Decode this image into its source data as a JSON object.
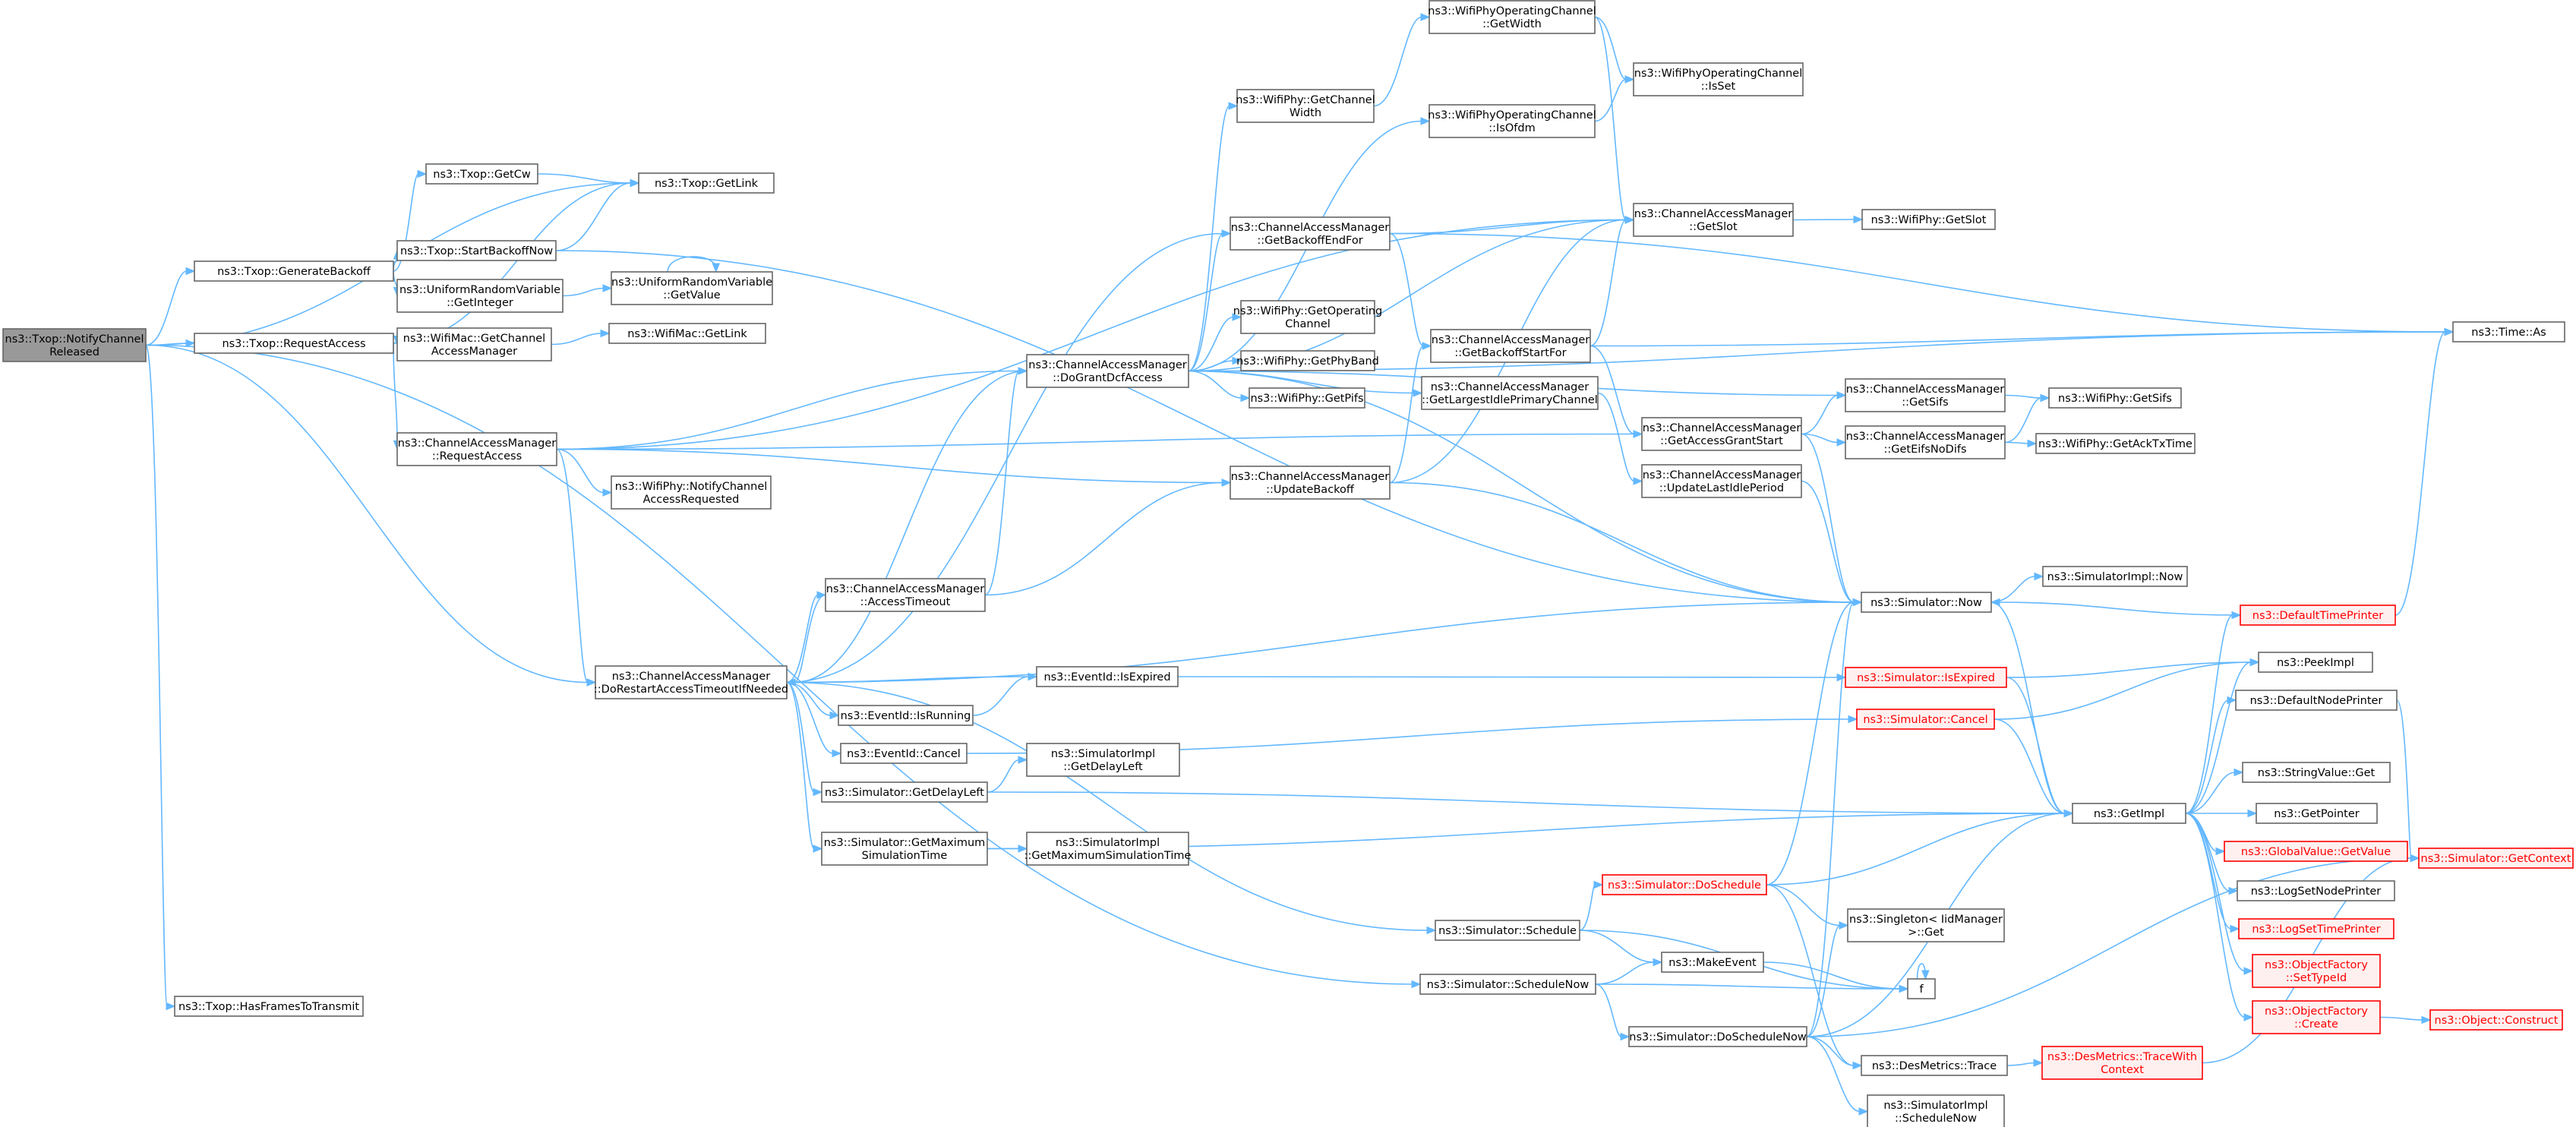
{
  "title": "",
  "colors": {
    "edge": "#63b8ff",
    "node_border": "#666666",
    "root_fill": "#999999",
    "warning": "#ff0000"
  },
  "nodes": [
    {
      "id": "root",
      "lines": [
        "ns3::Txop::NotifyChannel",
        "Released"
      ],
      "style": "root"
    },
    {
      "id": "genBackoff",
      "lines": [
        "ns3::Txop::GenerateBackoff"
      ]
    },
    {
      "id": "getCw",
      "lines": [
        "ns3::Txop::GetCw"
      ]
    },
    {
      "id": "getLink",
      "lines": [
        "ns3::Txop::GetLink"
      ]
    },
    {
      "id": "startBackoff",
      "lines": [
        "ns3::Txop::StartBackoffNow"
      ]
    },
    {
      "id": "urvGetInteger",
      "lines": [
        "ns3::UniformRandomVariable",
        "::GetInteger"
      ]
    },
    {
      "id": "urvGetValue",
      "lines": [
        "ns3::UniformRandomVariable",
        "::GetValue"
      ]
    },
    {
      "id": "requestAccess",
      "lines": [
        "ns3::Txop::RequestAccess"
      ]
    },
    {
      "id": "macGetCAM",
      "lines": [
        "ns3::WifiMac::GetChannel",
        "AccessManager"
      ]
    },
    {
      "id": "macGetLink",
      "lines": [
        "ns3::WifiMac::GetLink"
      ]
    },
    {
      "id": "camRequestAccess",
      "lines": [
        "ns3::ChannelAccessManager",
        "::RequestAccess"
      ]
    },
    {
      "id": "phyNotifyReq",
      "lines": [
        "ns3::WifiPhy::NotifyChannel",
        "AccessRequested"
      ]
    },
    {
      "id": "camDoRestart",
      "lines": [
        "ns3::ChannelAccessManager",
        "::DoRestartAccessTimeoutIfNeeded"
      ]
    },
    {
      "id": "hasFrames",
      "lines": [
        "ns3::Txop::HasFramesToTransmit"
      ]
    },
    {
      "id": "camAccessTimeout",
      "lines": [
        "ns3::ChannelAccessManager",
        "::AccessTimeout"
      ]
    },
    {
      "id": "camDoGrant",
      "lines": [
        "ns3::ChannelAccessManager",
        "::DoGrantDcfAccess"
      ]
    },
    {
      "id": "eventIsRunning",
      "lines": [
        "ns3::EventId::IsRunning"
      ]
    },
    {
      "id": "eventIsExpired",
      "lines": [
        "ns3::EventId::IsExpired"
      ]
    },
    {
      "id": "eventCancel",
      "lines": [
        "ns3::EventId::Cancel"
      ]
    },
    {
      "id": "simGetDelayLeft",
      "lines": [
        "ns3::Simulator::GetDelayLeft"
      ]
    },
    {
      "id": "simImplGetDelayLeft",
      "lines": [
        "ns3::SimulatorImpl",
        "::GetDelayLeft"
      ]
    },
    {
      "id": "simGetMaxSimTime",
      "lines": [
        "ns3::Simulator::GetMaximum",
        "SimulationTime"
      ]
    },
    {
      "id": "simImplGetMaxSimTime",
      "lines": [
        "ns3::SimulatorImpl",
        "::GetMaximumSimulationTime"
      ]
    },
    {
      "id": "phyGetChannelWidth",
      "lines": [
        "ns3::WifiPhy::GetChannel",
        "Width"
      ]
    },
    {
      "id": "opGetWidth",
      "lines": [
        "ns3::WifiPhyOperatingChannel",
        "::GetWidth"
      ]
    },
    {
      "id": "opIsOfdm",
      "lines": [
        "ns3::WifiPhyOperatingChannel",
        "::IsOfdm"
      ]
    },
    {
      "id": "opIsSet",
      "lines": [
        "ns3::WifiPhyOperatingChannel",
        "::IsSet"
      ]
    },
    {
      "id": "camGetBackoffEndFor",
      "lines": [
        "ns3::ChannelAccessManager",
        "::GetBackoffEndFor"
      ]
    },
    {
      "id": "phyGetOperatingChannel",
      "lines": [
        "ns3::WifiPhy::GetOperating",
        "Channel"
      ]
    },
    {
      "id": "phyGetPhyBand",
      "lines": [
        "ns3::WifiPhy::GetPhyBand"
      ]
    },
    {
      "id": "phyGetPifs",
      "lines": [
        "ns3::WifiPhy::GetPifs"
      ]
    },
    {
      "id": "camUpdateBackoff",
      "lines": [
        "ns3::ChannelAccessManager",
        "::UpdateBackoff"
      ]
    },
    {
      "id": "camGetLargestIdle",
      "lines": [
        "ns3::ChannelAccessManager",
        "::GetLargestIdlePrimaryChannel"
      ]
    },
    {
      "id": "camGetBackoffStartFor",
      "lines": [
        "ns3::ChannelAccessManager",
        "::GetBackoffStartFor"
      ]
    },
    {
      "id": "camGetSlot",
      "lines": [
        "ns3::ChannelAccessManager",
        "::GetSlot"
      ]
    },
    {
      "id": "phyGetSlot",
      "lines": [
        "ns3::WifiPhy::GetSlot"
      ]
    },
    {
      "id": "camGetAccessGrantStart",
      "lines": [
        "ns3::ChannelAccessManager",
        "::GetAccessGrantStart"
      ]
    },
    {
      "id": "camUpdateLastIdle",
      "lines": [
        "ns3::ChannelAccessManager",
        "::UpdateLastIdlePeriod"
      ]
    },
    {
      "id": "camGetSifs",
      "lines": [
        "ns3::ChannelAccessManager",
        "::GetSifs"
      ]
    },
    {
      "id": "camGetEifsNoDifs",
      "lines": [
        "ns3::ChannelAccessManager",
        "::GetEifsNoDifs"
      ]
    },
    {
      "id": "phyGetSifs",
      "lines": [
        "ns3::WifiPhy::GetSifs"
      ]
    },
    {
      "id": "phyGetAckTxTime",
      "lines": [
        "ns3::WifiPhy::GetAckTxTime"
      ]
    },
    {
      "id": "timeAs",
      "lines": [
        "ns3::Time::As"
      ]
    },
    {
      "id": "simNow",
      "lines": [
        "ns3::Simulator::Now"
      ]
    },
    {
      "id": "simImplNow",
      "lines": [
        "ns3::SimulatorImpl::Now"
      ]
    },
    {
      "id": "defaultTimePrinter",
      "lines": [
        "ns3::DefaultTimePrinter"
      ],
      "style": "red"
    },
    {
      "id": "simIsExpired",
      "lines": [
        "ns3::Simulator::IsExpired"
      ],
      "style": "red"
    },
    {
      "id": "peekImpl",
      "lines": [
        "ns3::PeekImpl"
      ]
    },
    {
      "id": "simCancel",
      "lines": [
        "ns3::Simulator::Cancel"
      ],
      "style": "red"
    },
    {
      "id": "defaultNodePrinter",
      "lines": [
        "ns3::DefaultNodePrinter"
      ]
    },
    {
      "id": "getImpl",
      "lines": [
        "ns3::GetImpl"
      ]
    },
    {
      "id": "stringValueGet",
      "lines": [
        "ns3::StringValue::Get"
      ]
    },
    {
      "id": "getPointer",
      "lines": [
        "ns3::GetPointer"
      ]
    },
    {
      "id": "globalValueGetValue",
      "lines": [
        "ns3::GlobalValue::GetValue"
      ],
      "style": "red"
    },
    {
      "id": "simGetContext",
      "lines": [
        "ns3::Simulator::GetContext"
      ],
      "style": "red"
    },
    {
      "id": "logSetNodePrinter",
      "lines": [
        "ns3::LogSetNodePrinter"
      ]
    },
    {
      "id": "logSetTimePrinter",
      "lines": [
        "ns3::LogSetTimePrinter"
      ],
      "style": "red"
    },
    {
      "id": "objFactorySetTypeId",
      "lines": [
        "ns3::ObjectFactory",
        "::SetTypeId"
      ],
      "style": "red"
    },
    {
      "id": "objFactoryCreate",
      "lines": [
        "ns3::ObjectFactory",
        "::Create"
      ],
      "style": "red"
    },
    {
      "id": "objectConstruct",
      "lines": [
        "ns3::Object::Construct"
      ],
      "style": "red"
    },
    {
      "id": "simDoSchedule",
      "lines": [
        "ns3::Simulator::DoSchedule"
      ],
      "style": "red"
    },
    {
      "id": "simSchedule",
      "lines": [
        "ns3::Simulator::Schedule"
      ]
    },
    {
      "id": "singletonGet",
      "lines": [
        "ns3::Singleton< IidManager",
        ">::Get"
      ]
    },
    {
      "id": "makeEvent",
      "lines": [
        "ns3::MakeEvent"
      ]
    },
    {
      "id": "f",
      "lines": [
        "f"
      ]
    },
    {
      "id": "simScheduleNow",
      "lines": [
        "ns3::Simulator::ScheduleNow"
      ]
    },
    {
      "id": "simDoScheduleNow",
      "lines": [
        "ns3::Simulator::DoScheduleNow"
      ]
    },
    {
      "id": "desMetricsTrace",
      "lines": [
        "ns3::DesMetrics::Trace"
      ]
    },
    {
      "id": "desMetricsTraceWithContext",
      "lines": [
        "ns3::DesMetrics::TraceWith",
        "Context"
      ],
      "style": "red"
    },
    {
      "id": "simImplScheduleNow",
      "lines": [
        "ns3::SimulatorImpl",
        "::ScheduleNow"
      ]
    }
  ],
  "edges": [
    [
      "root",
      "genBackoff"
    ],
    [
      "root",
      "getLink"
    ],
    [
      "root",
      "requestAccess"
    ],
    [
      "root",
      "camDoRestart"
    ],
    [
      "root",
      "simScheduleNow"
    ],
    [
      "root",
      "hasFrames"
    ],
    [
      "genBackoff",
      "getCw"
    ],
    [
      "genBackoff",
      "startBackoff"
    ],
    [
      "genBackoff",
      "urvGetInteger"
    ],
    [
      "getCw",
      "getLink"
    ],
    [
      "startBackoff",
      "getLink"
    ],
    [
      "startBackoff",
      "simNow"
    ],
    [
      "urvGetInteger",
      "urvGetValue"
    ],
    [
      "urvGetValue",
      "urvGetValue"
    ],
    [
      "requestAccess",
      "getLink"
    ],
    [
      "requestAccess",
      "macGetCAM"
    ],
    [
      "requestAccess",
      "camRequestAccess"
    ],
    [
      "macGetCAM",
      "macGetLink"
    ],
    [
      "camRequestAccess",
      "phyNotifyReq"
    ],
    [
      "camRequestAccess",
      "camDoGrant"
    ],
    [
      "camRequestAccess",
      "camUpdateBackoff"
    ],
    [
      "camRequestAccess",
      "camDoRestart"
    ],
    [
      "camRequestAccess",
      "camGetSlot"
    ],
    [
      "camRequestAccess",
      "camGetAccessGrantStart"
    ],
    [
      "camDoRestart",
      "camAccessTimeout"
    ],
    [
      "camDoRestart",
      "eventIsRunning"
    ],
    [
      "camDoRestart",
      "eventIsExpired"
    ],
    [
      "camDoRestart",
      "eventCancel"
    ],
    [
      "camDoRestart",
      "simGetDelayLeft"
    ],
    [
      "camDoRestart",
      "simGetMaxSimTime"
    ],
    [
      "camDoRestart",
      "simSchedule"
    ],
    [
      "camDoRestart",
      "simNow"
    ],
    [
      "camDoRestart",
      "camGetBackoffEndFor"
    ],
    [
      "camAccessTimeout",
      "camDoRestart"
    ],
    [
      "camAccessTimeout",
      "camDoGrant"
    ],
    [
      "camAccessTimeout",
      "camUpdateBackoff"
    ],
    [
      "camDoGrant",
      "phyGetChannelWidth"
    ],
    [
      "camDoGrant",
      "opIsOfdm"
    ],
    [
      "camDoGrant",
      "camGetBackoffEndFor"
    ],
    [
      "camDoGrant",
      "phyGetOperatingChannel"
    ],
    [
      "camDoGrant",
      "phyGetPhyBand"
    ],
    [
      "camDoGrant",
      "phyGetPifs"
    ],
    [
      "camDoGrant",
      "camGetLargestIdle"
    ],
    [
      "camDoGrant",
      "camGetSifs"
    ],
    [
      "camDoGrant",
      "simNow"
    ],
    [
      "camDoGrant",
      "camGetSlot"
    ],
    [
      "camDoGrant",
      "timeAs"
    ],
    [
      "camDoGrant",
      "camDoRestart"
    ],
    [
      "phyGetChannelWidth",
      "opGetWidth"
    ],
    [
      "opGetWidth",
      "opIsSet"
    ],
    [
      "opGetWidth",
      "camGetSlot"
    ],
    [
      "opIsOfdm",
      "opIsSet"
    ],
    [
      "camGetBackoffEndFor",
      "camGetSlot"
    ],
    [
      "camGetBackoffEndFor",
      "camGetBackoffStartFor"
    ],
    [
      "camGetBackoffEndFor",
      "timeAs"
    ],
    [
      "camUpdateBackoff",
      "camGetBackoffStartFor"
    ],
    [
      "camUpdateBackoff",
      "camGetSlot"
    ],
    [
      "camUpdateBackoff",
      "simNow"
    ],
    [
      "camGetLargestIdle",
      "camUpdateLastIdle"
    ],
    [
      "camGetBackoffStartFor",
      "camGetSlot"
    ],
    [
      "camGetBackoffStartFor",
      "camGetAccessGrantStart"
    ],
    [
      "camGetBackoffStartFor",
      "timeAs"
    ],
    [
      "camGetSlot",
      "phyGetSlot"
    ],
    [
      "camGetAccessGrantStart",
      "camGetSifs"
    ],
    [
      "camGetAccessGrantStart",
      "camGetEifsNoDifs"
    ],
    [
      "camGetAccessGrantStart",
      "simNow"
    ],
    [
      "camUpdateLastIdle",
      "simNow"
    ],
    [
      "camGetSifs",
      "phyGetSifs"
    ],
    [
      "camGetEifsNoDifs",
      "phyGetSifs"
    ],
    [
      "camGetEifsNoDifs",
      "phyGetAckTxTime"
    ],
    [
      "eventIsRunning",
      "eventIsExpired"
    ],
    [
      "eventIsExpired",
      "simIsExpired"
    ],
    [
      "eventCancel",
      "simCancel"
    ],
    [
      "simGetDelayLeft",
      "simImplGetDelayLeft"
    ],
    [
      "simGetDelayLeft",
      "getImpl"
    ],
    [
      "simGetMaxSimTime",
      "simImplGetMaxSimTime"
    ],
    [
      "simGetMaxSimTime",
      "getImpl"
    ],
    [
      "simNow",
      "simImplNow"
    ],
    [
      "simNow",
      "getImpl"
    ],
    [
      "defaultTimePrinter",
      "simNow"
    ],
    [
      "defaultTimePrinter",
      "timeAs"
    ],
    [
      "simIsExpired",
      "getImpl"
    ],
    [
      "simIsExpired",
      "peekImpl"
    ],
    [
      "simCancel",
      "getImpl"
    ],
    [
      "simCancel",
      "peekImpl"
    ],
    [
      "defaultNodePrinter",
      "simGetContext"
    ],
    [
      "getImpl",
      "peekImpl"
    ],
    [
      "getImpl",
      "defaultTimePrinter"
    ],
    [
      "getImpl",
      "defaultNodePrinter"
    ],
    [
      "getImpl",
      "stringValueGet"
    ],
    [
      "getImpl",
      "getPointer"
    ],
    [
      "getImpl",
      "globalValueGetValue"
    ],
    [
      "getImpl",
      "logSetNodePrinter"
    ],
    [
      "getImpl",
      "logSetTimePrinter"
    ],
    [
      "getImpl",
      "objFactorySetTypeId"
    ],
    [
      "getImpl",
      "objFactoryCreate"
    ],
    [
      "objFactoryCreate",
      "objectConstruct"
    ],
    [
      "simSchedule",
      "simDoSchedule"
    ],
    [
      "simSchedule",
      "makeEvent"
    ],
    [
      "simSchedule",
      "f"
    ],
    [
      "simDoSchedule",
      "simNow"
    ],
    [
      "simDoSchedule",
      "getImpl"
    ],
    [
      "simDoSchedule",
      "singletonGet"
    ],
    [
      "simDoSchedule",
      "desMetricsTrace"
    ],
    [
      "makeEvent",
      "f"
    ],
    [
      "f",
      "f"
    ],
    [
      "simScheduleNow",
      "makeEvent"
    ],
    [
      "simScheduleNow",
      "f"
    ],
    [
      "simScheduleNow",
      "simDoScheduleNow"
    ],
    [
      "simDoScheduleNow",
      "simNow"
    ],
    [
      "simDoScheduleNow",
      "getImpl"
    ],
    [
      "simDoScheduleNow",
      "singletonGet"
    ],
    [
      "simDoScheduleNow",
      "desMetricsTrace"
    ],
    [
      "simDoScheduleNow",
      "simImplScheduleNow"
    ],
    [
      "simDoScheduleNow",
      "simGetContext"
    ],
    [
      "desMetricsTrace",
      "desMetricsTraceWithContext"
    ],
    [
      "desMetricsTraceWithContext",
      "simGetContext"
    ]
  ]
}
